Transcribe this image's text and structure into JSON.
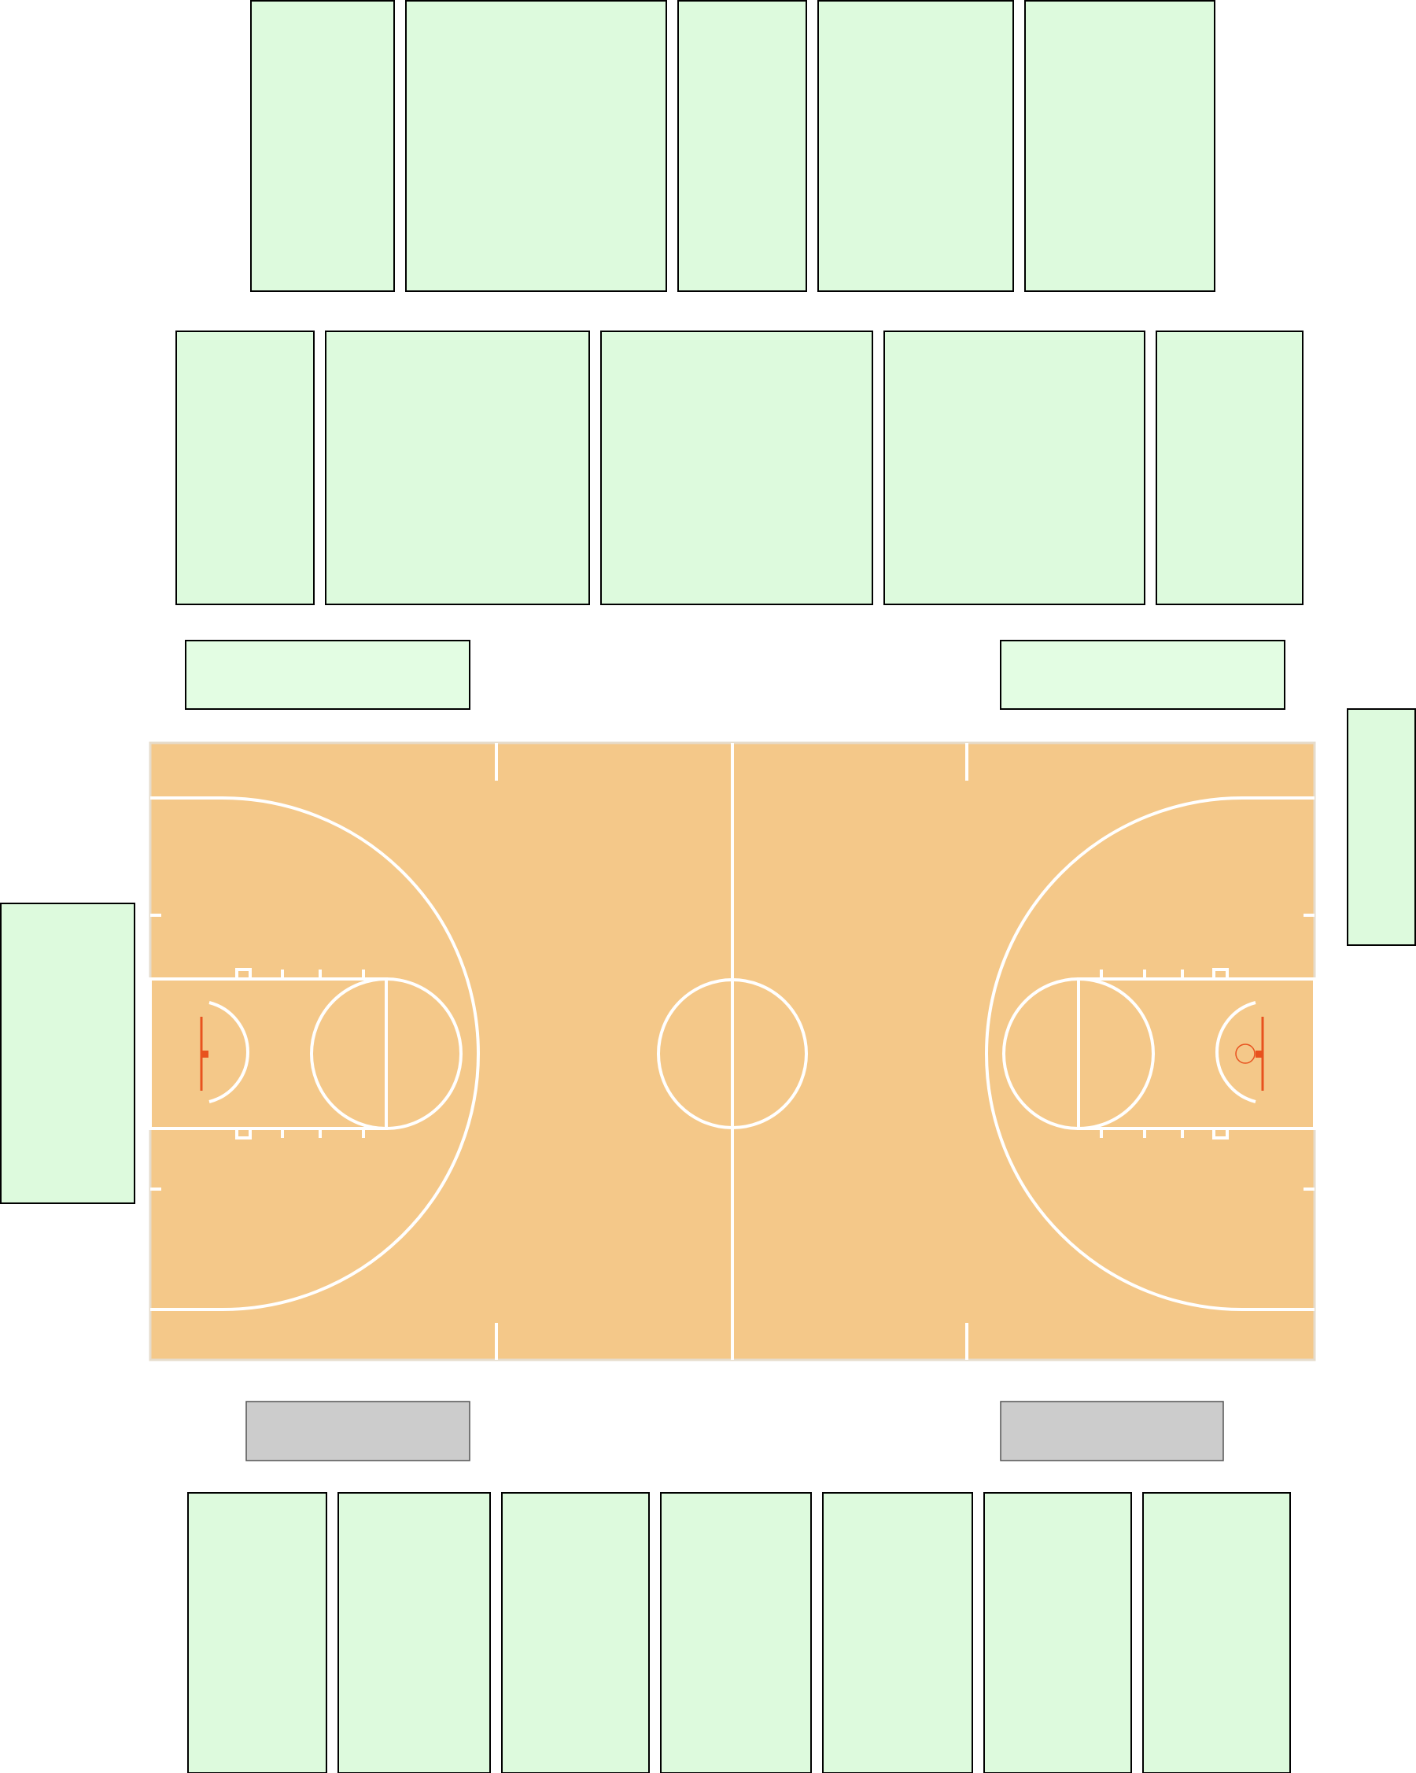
{
  "colors": {
    "background": "#ffffff",
    "seat_section": "#ddfadd",
    "floor_section": "#e3fde3",
    "unavailable_section": "#cccccc",
    "section_outline": "#000000",
    "unavailable_outline": "#555555",
    "court_floor": "#f4c889",
    "court_lines": "#ffffff",
    "court_border": "#e6dccc",
    "hoop": "#e8521e"
  },
  "venue": {
    "court": {
      "surface": "basketball-court"
    },
    "sections": {
      "upper_row": 5,
      "middle_row": 5,
      "floor_row": 2,
      "side": 2,
      "reserved": 2,
      "bottom_row": 7
    }
  }
}
